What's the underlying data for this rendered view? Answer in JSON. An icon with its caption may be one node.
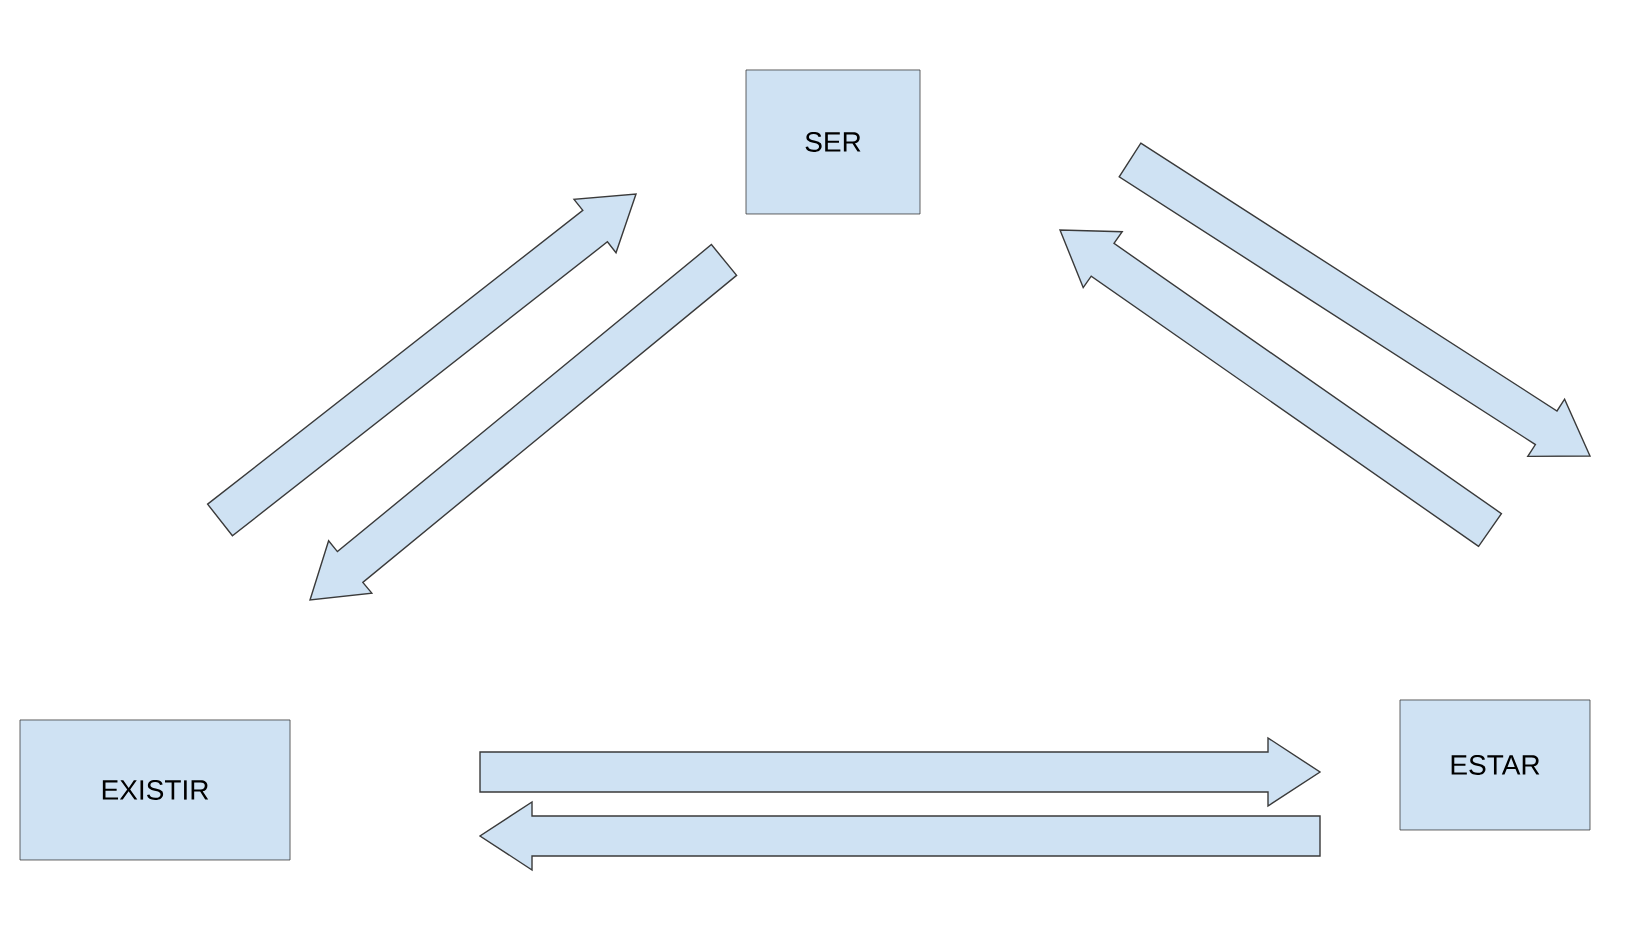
{
  "diagram": {
    "nodes": [
      {
        "text": [
          "SER"
        ]
      },
      {
        "text": [
          "EXISTIR"
        ]
      },
      {
        "text": [
          "ESTAR"
        ]
      }
    ],
    "edges": [
      {
        "from": 1,
        "to": 0,
        "arrow": "to"
      },
      {
        "from": 0,
        "to": 1,
        "arrow": "to"
      },
      {
        "from": 0,
        "to": 2,
        "arrow": "to"
      },
      {
        "from": 2,
        "to": 0,
        "arrow": "to"
      },
      {
        "from": 1,
        "to": 2,
        "arrow": "to"
      },
      {
        "from": 2,
        "to": 1,
        "arrow": "to"
      }
    ]
  }
}
